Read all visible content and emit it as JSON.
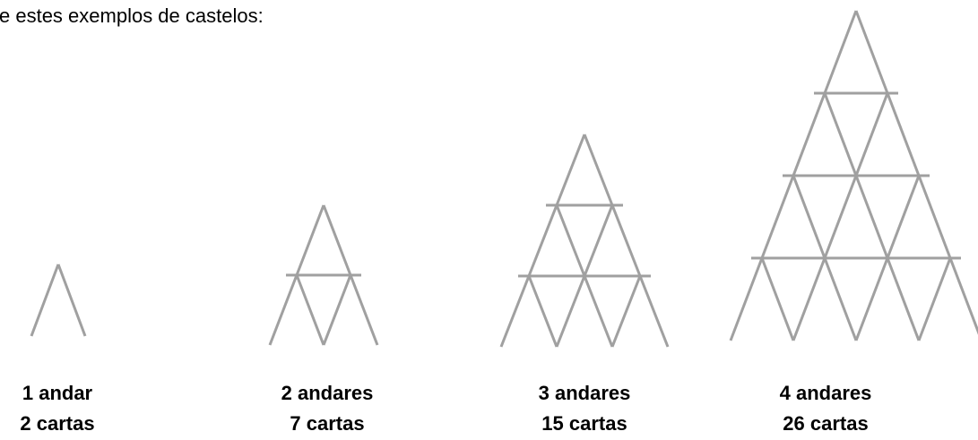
{
  "intro_text": "e estes exemplos de castelos:",
  "line_color": "#a0a0a0",
  "castles": [
    {
      "floors_label": "1 andar",
      "cards_label": "2 cartas",
      "floors": 1,
      "cards": 2
    },
    {
      "floors_label": "2 andares",
      "cards_label": "7 cartas",
      "floors": 2,
      "cards": 7
    },
    {
      "floors_label": "3 andares",
      "cards_label": "15 cartas",
      "floors": 3,
      "cards": 15
    },
    {
      "floors_label": "4 andares",
      "cards_label": "26 cartas",
      "floors": 4,
      "cards": 26
    }
  ]
}
